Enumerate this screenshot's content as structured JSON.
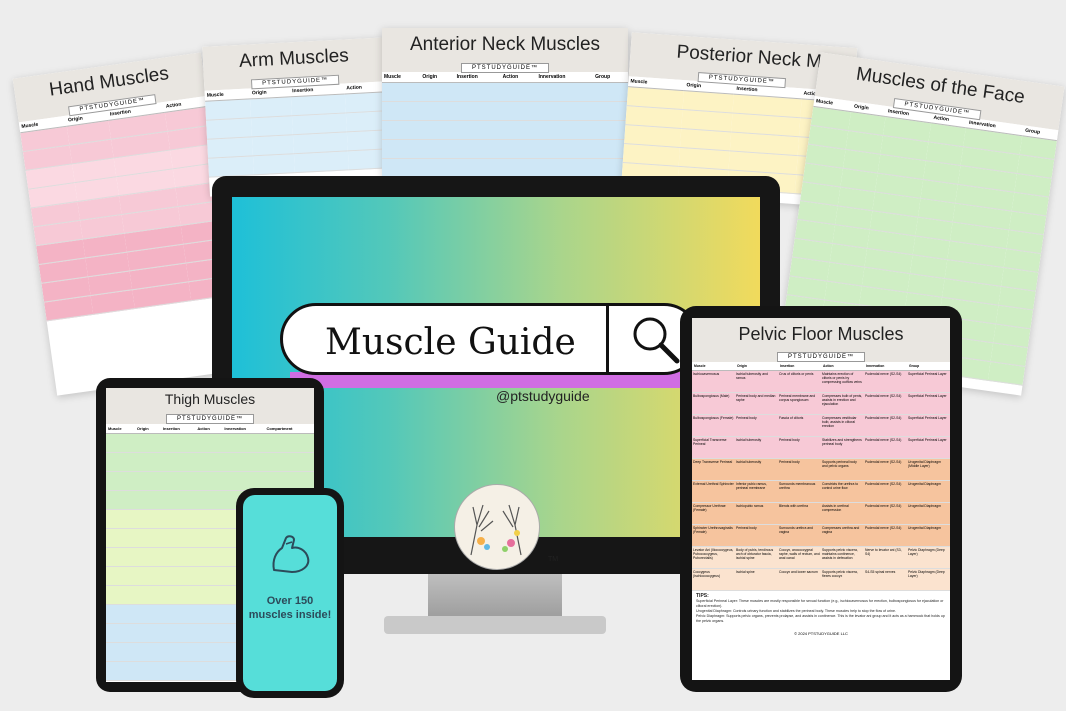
{
  "brand": "PTSTUDYGUIDE™",
  "sheets": {
    "hand": "Hand Muscles",
    "arm": "Arm Muscles",
    "anterior_neck": "Anterior Neck Muscles",
    "posterior_neck": "Posterior Neck Mu",
    "face": "Muscles of the Face"
  },
  "columns": {
    "basic": [
      "Muscle",
      "Origin",
      "Insertion",
      "Action"
    ],
    "full": [
      "Muscle",
      "Origin",
      "Insertion",
      "Action",
      "Innervation",
      "Group"
    ],
    "thigh": [
      "Muscle",
      "Origin",
      "Insertion",
      "Action",
      "Innervation",
      "Compartment"
    ]
  },
  "monitor": {
    "title": "Muscle Guide",
    "handle": "@ptstudyguide",
    "tm": "TM"
  },
  "thigh_tablet": {
    "title": "Thigh Muscles"
  },
  "pelvic_tablet": {
    "title": "Pelvic Floor Muscles",
    "tips_label": "TIPS:",
    "tips": [
      "Superficial Perineal Layer: These muscles are mostly responsible for sexual function (e.g., ischiocavernosus for erection, bulbospongiosus for ejaculation or clitoral erection).",
      "Urogenital Diaphragm: Controls urinary function and stabilizes the perineal body. These muscles help to stop the flow of urine.",
      "Pelvic Diaphragm: Supports pelvic organs, prevents prolapse, and assists in continence. This is the levator ani group and it acts as a hammock that holds up the pelvic organs."
    ],
    "footer": "© 2024 PTSTUDYGUIDE LLC",
    "rows": [
      [
        "Ischiocavernosus",
        "Ischial tuberosity and ramus",
        "Crus of clitoris or penis",
        "Maintains erection of clitoris or penis by compressing outflow veins",
        "Pudendal nerve (S2-S4)",
        "Superficial Perineal Layer"
      ],
      [
        "Bulbospongiosus (Male)",
        "Perineal body and median raphe",
        "Perineal membrane and corpus spongiosum",
        "Compresses bulb of penis, assists in erection and ejaculation",
        "Pudendal nerve (S2-S4)",
        "Superficial Perineal Layer"
      ],
      [
        "Bulbospongiosus (Female)",
        "Perineal body",
        "Fascia of clitoris",
        "Compresses vestibular bulb, assists in clitoral erection",
        "Pudendal nerve (S2-S4)",
        "Superficial Perineal Layer"
      ],
      [
        "Superficial Transverse Perineal",
        "Ischial tuberosity",
        "Perineal body",
        "Stabilizes and strengthens perineal body",
        "Pudendal nerve (S2-S4)",
        "Superficial Perineal Layer"
      ],
      [
        "Deep Transverse Perineal",
        "Ischial tuberosity",
        "Perineal body",
        "Supports perineal body and pelvic organs",
        "Pudendal nerve (S2-S4)",
        "Urogenital Diaphragm (Middle Layer)"
      ],
      [
        "External Urethral Sphincter",
        "Inferior pubic ramus, perineal membrane",
        "Surrounds membranous urethra",
        "Constricts the urethra to control urine flow",
        "Pudendal nerve (S2-S4)",
        "Urogenital Diaphragm"
      ],
      [
        "Compressor Urethrae (Female)",
        "Ischiopubic ramus",
        "Blends with urethra",
        "Assists in urethral compression",
        "Pudendal nerve (S2-S4)",
        "Urogenital Diaphragm"
      ],
      [
        "Sphincter Urethrovaginalis (Female)",
        "Perineal body",
        "Surrounds urethra and vagina",
        "Compresses urethra and vagina",
        "Pudendal nerve (S2-S4)",
        "Urogenital Diaphragm"
      ],
      [
        "Levator Ani (Iliococcygeus, Pubococcygeus, Puborectalis)",
        "Body of pubis, tendinous arch of obturator fascia, ischial spine",
        "Coccyx, anococcygeal raphe, walls of rectum, and anal canal",
        "Supports pelvic viscera, maintains continence, assists in defecation",
        "Nerve to levator ani (S3, S4)",
        "Pelvic Diaphragm (Deep Layer)"
      ],
      [
        "Coccygeus (Ischiococcygeus)",
        "Ischial spine",
        "Coccyx and lower sacrum",
        "Supports pelvic viscera, flexes coccyx",
        "S4-S5 spinal nerves",
        "Pelvic Diaphragm (Deep Layer)"
      ]
    ]
  },
  "phone": {
    "line1": "Over 150",
    "line2": "muscles inside!"
  },
  "colors": {
    "gradient_start": "#1ec0d8",
    "gradient_end": "#f1da5c",
    "phone_bg": "#56ded9",
    "purple_bar": "#d06de3",
    "pink_rows": "#f7c9d6",
    "green_rows": "#cfeec4",
    "orange_rows": "#f6c49e",
    "blue_rows": "#cfe7f6"
  }
}
